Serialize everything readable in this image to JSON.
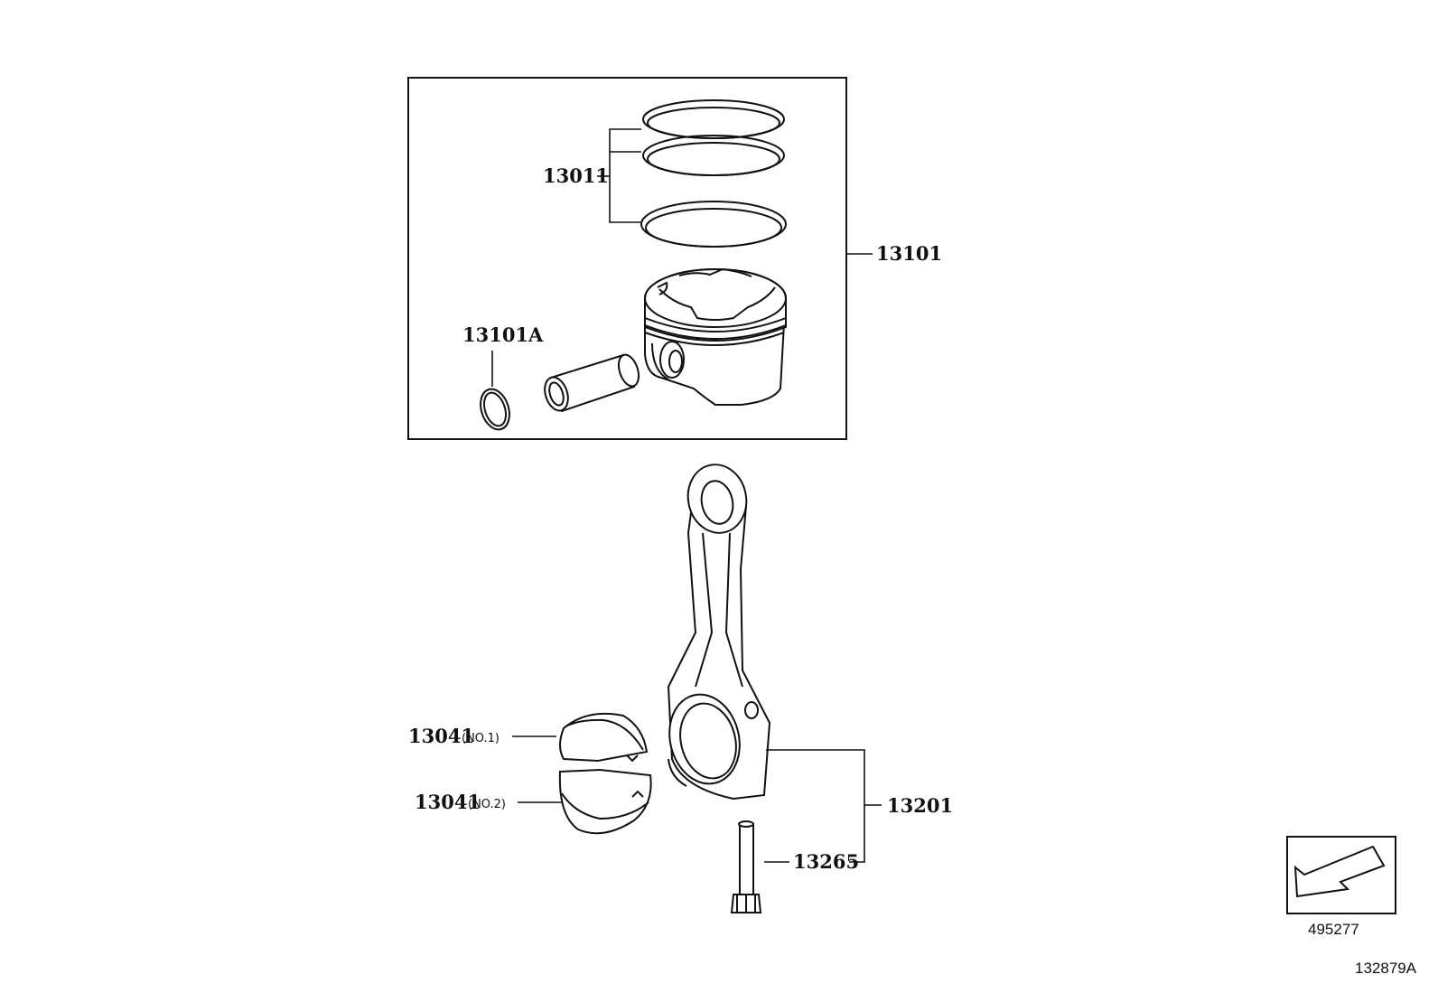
{
  "parts": {
    "piston_rings": "13011",
    "piston_assy": "13101",
    "snap_ring": "13101A",
    "connecting_rod": "13201",
    "bearing_no1": {
      "number": "13041",
      "suffix": "(NO.1)"
    },
    "bearing_no2": {
      "number": "13041",
      "suffix": "(NO.2)"
    },
    "rod_bolt": "13265"
  },
  "reference": {
    "arrow_ref": "495277",
    "diagram_id": "132879A"
  }
}
